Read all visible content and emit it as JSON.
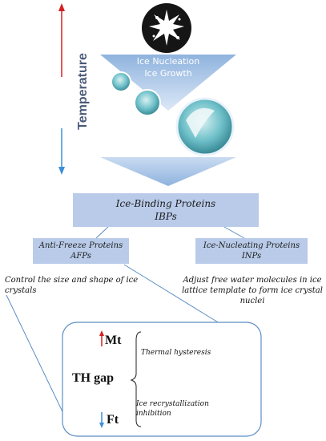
{
  "axis": {
    "label": "Temperature"
  },
  "stages": {
    "nucleation": "Ice Nucleation",
    "growth": "Ice Growth"
  },
  "ibp": {
    "title": "Ice-Binding Proteins",
    "abbr": "IBPs"
  },
  "afp": {
    "title": "Anti-Freeze Proteins",
    "abbr": "AFPs",
    "description": "Control the size and shape of ice crystals"
  },
  "inp": {
    "title": "Ice-Nucleating Proteins",
    "abbr": "INPs",
    "description": "Adjust free water molecules in ice lattice template to form ice crystal nuclei"
  },
  "th": {
    "mt": "Mt",
    "gap": "TH gap",
    "ft": "Ft",
    "hysteresis": "Thermal hysteresis",
    "recrystallization": "Ice recrystallization inhibition"
  },
  "colors": {
    "box": "#b9cbe9",
    "arrow_up": "#d42020",
    "arrow_down": "#3a8fd8",
    "outline": "#5b8ec4"
  }
}
